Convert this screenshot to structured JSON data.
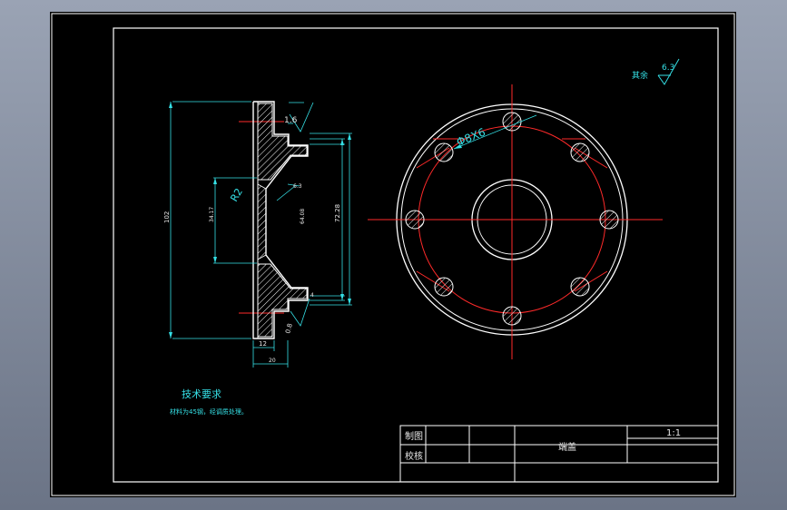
{
  "drawing": {
    "dims": {
      "d16": "1.6",
      "r2": "R2",
      "d6_3": "6.3",
      "d102": "102",
      "d34": "34.17",
      "d64": "64.08",
      "d72": "72.28",
      "d4": "4",
      "d12": "12",
      "d20": "20",
      "d08": "0.8"
    },
    "hole_callout": "Φ8X6",
    "surface_note": {
      "label": "其余",
      "value": "6.3"
    },
    "tech_requirements": {
      "title": "技术要求",
      "text": "材料为45钢，经调质处理。"
    }
  },
  "title_block": {
    "drawn_label": "制图",
    "checked_label": "校核",
    "part_name": "端盖",
    "scale": "1:1"
  },
  "colors": {
    "sheet": "#000000",
    "frame": "#ffffff",
    "dimension": "#35e0e6",
    "centerline": "#ff2a2a"
  }
}
